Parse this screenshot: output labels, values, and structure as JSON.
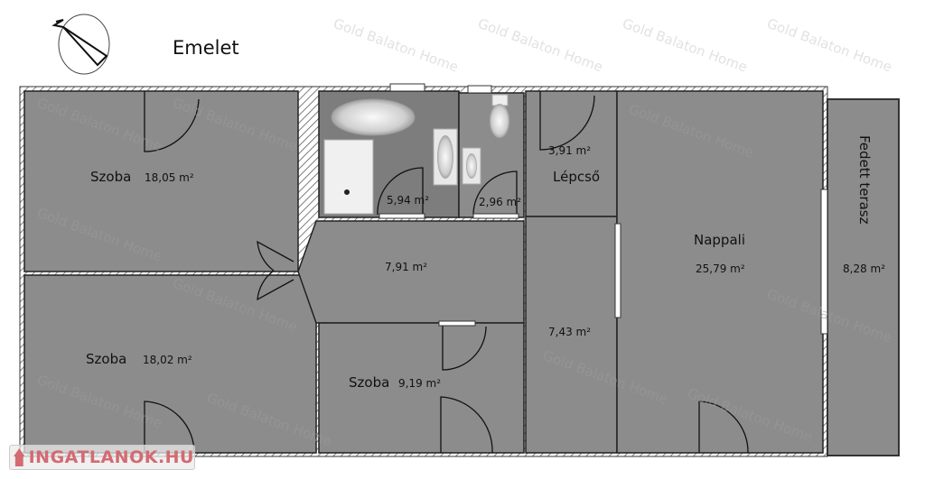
{
  "title": "Emelet",
  "watermark": "Gold Balaton Home",
  "logo": "INGATLANOK.HU",
  "rooms": {
    "szoba1": {
      "name": "Szoba",
      "area": "18,05 m²"
    },
    "szoba2": {
      "name": "Szoba",
      "area": "18,02 m²"
    },
    "szoba3": {
      "name": "Szoba",
      "area": "9,19 m²"
    },
    "bath": {
      "area": "5,94 m²"
    },
    "wc": {
      "area": "2,96 m²"
    },
    "stairs": {
      "name": "Lépcső",
      "area": "3,91 m²"
    },
    "hall": {
      "area": "7,91 m²"
    },
    "corridor": {
      "area": "7,43 m²"
    },
    "living": {
      "name": "Nappali",
      "area": "25,79 m²"
    },
    "terrace": {
      "name": "Fedett terasz",
      "area": "8,28 m²"
    }
  },
  "colors": {
    "room": "#8c8c8c",
    "bath": "#7d7d7d",
    "wall": "#333333",
    "logo": "#d46a72"
  }
}
